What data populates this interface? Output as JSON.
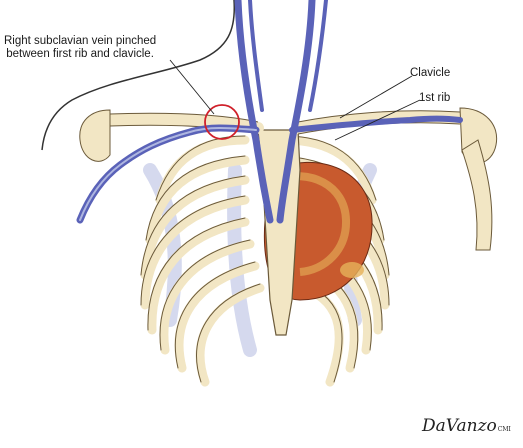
{
  "labels": {
    "subclavian_line1": "Right subclavian vein pinched",
    "subclavian_line2": "between first rib and clavicle.",
    "clavicle": "Clavicle",
    "first_rib": "1st rib"
  },
  "signature": {
    "name": "DaVanzo",
    "credential": "CMI"
  },
  "colors": {
    "bone": "#f2e6c4",
    "bone_outline": "#6b5a3a",
    "vein": "#5a62b8",
    "vein_light": "#aeb6e0",
    "heart": "#c85a2e",
    "heart_highlight": "#e6b25a",
    "highlight_circle": "#d0202a"
  }
}
